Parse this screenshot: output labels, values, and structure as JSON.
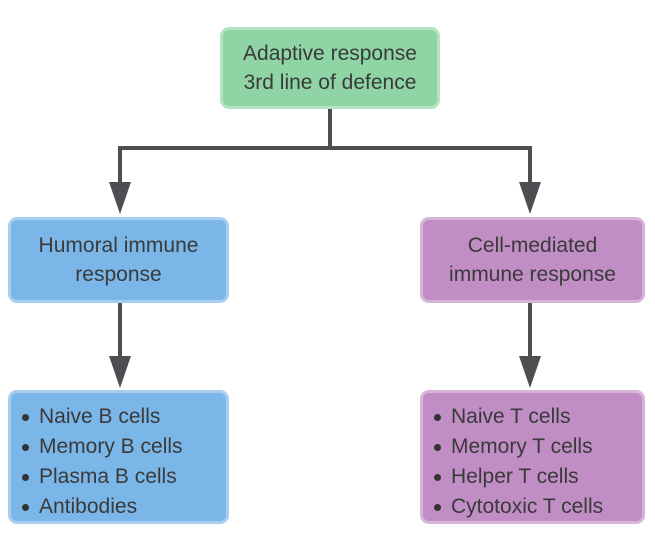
{
  "colors": {
    "top": "#8fd4a4",
    "humoral": "#7ab6e8",
    "cell_mediated": "#c08ec4",
    "connector": "#4e4e52"
  },
  "top_node": {
    "lines": [
      "Adaptive response",
      "3rd line of defence"
    ]
  },
  "left_branch": {
    "heading_lines": [
      "Humoral immune",
      "response"
    ],
    "items": [
      "Naive B cells",
      "Memory B cells",
      "Plasma B cells",
      "Antibodies"
    ]
  },
  "right_branch": {
    "heading_lines": [
      "Cell-mediated",
      "immune response"
    ],
    "items": [
      "Naive T cells",
      "Memory T cells",
      "Helper T cells",
      "Cytotoxic T cells"
    ]
  }
}
